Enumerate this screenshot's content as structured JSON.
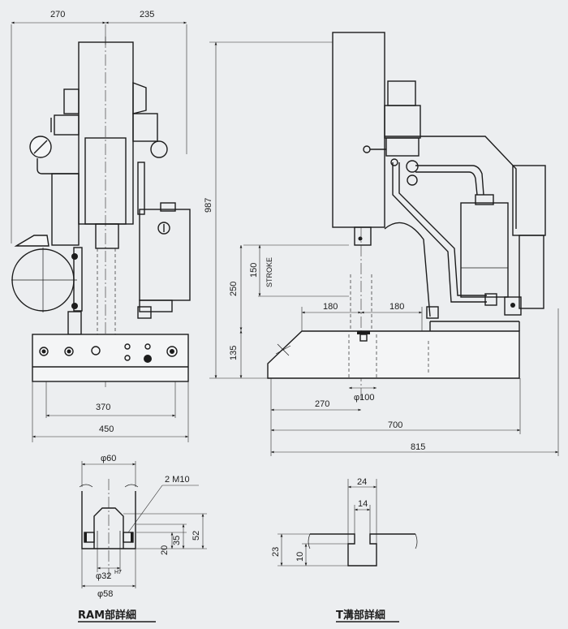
{
  "dimensions": {
    "front_width_left": "270",
    "front_width_right": "235",
    "total_height": "987",
    "stroke_range": "150",
    "stroke_label": "STROKE",
    "daylight": "250",
    "table_height": "135",
    "table_half_left": "180",
    "table_half_right": "180",
    "base_width_inner": "370",
    "base_width_outer": "450",
    "throat_depth": "270",
    "ram_dia": "φ100",
    "depth_700": "700",
    "depth_815": "815"
  },
  "ram_detail": {
    "caption": "RAM部詳細",
    "dia_top": "φ60",
    "screw": "2 M10",
    "h20": "20",
    "h35": "35",
    "h52": "52",
    "bore": "φ32",
    "bore_tol": "H7",
    "dia_bottom": "φ58"
  },
  "tslot_detail": {
    "caption": "T溝部詳細",
    "w24": "24",
    "w14": "14",
    "h23": "23",
    "h10": "10"
  }
}
